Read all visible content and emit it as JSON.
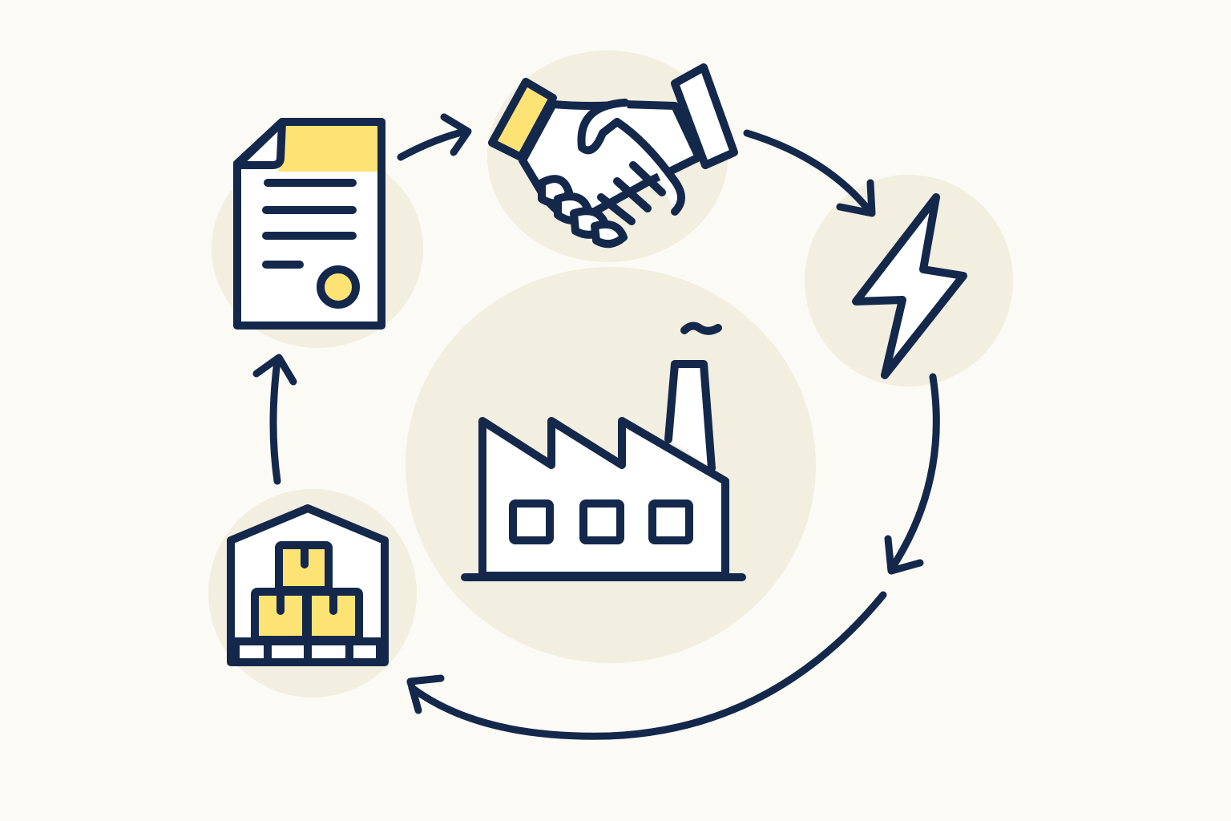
{
  "diagram": {
    "type": "cycle",
    "center_node": {
      "icon": "factory-icon"
    },
    "nodes": [
      {
        "id": "document",
        "icon": "document-certificate-icon"
      },
      {
        "id": "handshake",
        "icon": "handshake-icon"
      },
      {
        "id": "energy",
        "icon": "lightning-bolt-icon"
      },
      {
        "id": "warehouse",
        "icon": "warehouse-boxes-icon"
      }
    ],
    "edges": [
      {
        "from": "document",
        "to": "handshake"
      },
      {
        "from": "handshake",
        "to": "energy"
      },
      {
        "from": "energy",
        "to": "warehouse"
      },
      {
        "from": "warehouse",
        "to": "document"
      }
    ]
  },
  "colors": {
    "background": "#fbfaf4",
    "circle_fill": "#f2eee0",
    "stroke": "#14284b",
    "accent_yellow": "#fce374",
    "fill_white": "#ffffff"
  }
}
